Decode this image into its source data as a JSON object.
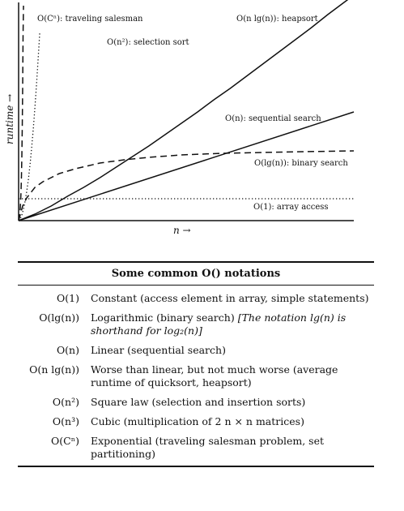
{
  "chart_data": {
    "type": "line",
    "xlabel": "n →",
    "ylabel": "runtime →",
    "series": [
      {
        "name": "O(Cⁿ): traveling salesman",
        "style": "dashed",
        "x": [
          0,
          0.5,
          1,
          1.5,
          2,
          2.5,
          3,
          3.5,
          4,
          4.5,
          5,
          5.5,
          6
        ],
        "y": [
          0,
          2,
          5,
          9,
          15,
          24,
          37,
          55,
          80,
          115,
          165,
          230,
          265
        ]
      },
      {
        "name": "O(n²): selection sort",
        "style": "dotted",
        "x": [
          0,
          2,
          4,
          6,
          8,
          10,
          12,
          14,
          16,
          18,
          20,
          22,
          24,
          26
        ],
        "y": [
          0,
          2,
          7,
          14,
          24,
          36,
          51,
          69,
          90,
          113,
          139,
          168,
          199,
          232
        ]
      },
      {
        "name": "O(n lg(n)): heapsort",
        "style": "solid",
        "x": [
          0,
          20,
          40,
          60,
          80,
          100,
          120,
          140,
          160,
          180,
          200,
          220,
          240,
          260,
          280,
          300,
          320,
          340,
          360,
          380,
          400,
          412
        ],
        "y": [
          0,
          8,
          18,
          30,
          41,
          53,
          66,
          79,
          92,
          106,
          120,
          134,
          149,
          163,
          178,
          193,
          208,
          223,
          238,
          254,
          269,
          278
        ]
      },
      {
        "name": "O(n): sequential search",
        "style": "solid",
        "x": [
          0,
          412
        ],
        "y": [
          0,
          134
        ]
      },
      {
        "name": "O(lg(n)): binary search",
        "style": "dashed",
        "x": [
          0,
          5,
          10,
          20,
          30,
          50,
          70,
          100,
          130,
          160,
          200,
          250,
          300,
          350,
          412
        ],
        "y": [
          0,
          18,
          28,
          41,
          48,
          58,
          64,
          71,
          75,
          78,
          81,
          83,
          84,
          85,
          86
        ]
      },
      {
        "name": "O(1): array access",
        "style": "dotted",
        "x": [
          0,
          412
        ],
        "y": [
          27,
          27
        ]
      }
    ],
    "xlim": [
      0,
      412
    ],
    "ylim": [
      0,
      268
    ],
    "grid": false
  },
  "table": {
    "title": "Some common O() notations",
    "rows": [
      {
        "notation": "O(1)",
        "description": "Constant (access element in array, simple statements)"
      },
      {
        "notation": "O(lg(n))",
        "description": "Logarithmic (binary search)",
        "note": "[The notation lg(n) is shorthand for log₂(n)]"
      },
      {
        "notation": "O(n)",
        "description": "Linear (sequential search)"
      },
      {
        "notation": "O(n lg(n))",
        "description": "Worse than linear, but not much worse (average runtime of quicksort, heapsort)"
      },
      {
        "notation": "O(n²)",
        "description": "Square law (selection and insertion sorts)"
      },
      {
        "notation": "O(n³)",
        "description": "Cubic (multiplication of 2 n × n matrices)"
      },
      {
        "notation": "O(Cⁿ)",
        "description": "Exponential (traveling salesman problem, set partitioning)"
      }
    ]
  }
}
